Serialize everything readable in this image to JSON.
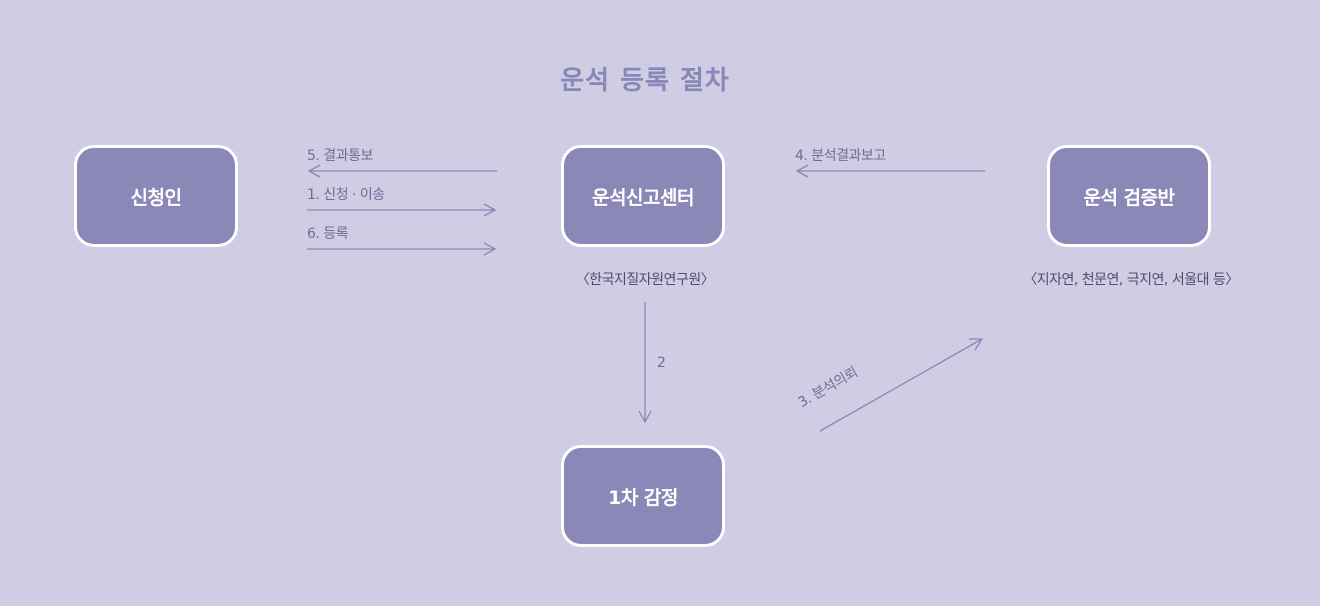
{
  "title": "운석 등록 절차",
  "nodes": {
    "applicant": "신청인",
    "center": "운석신고센터",
    "verification": "운석 검증반",
    "first_appraisal": "1차 감정"
  },
  "subtitles": {
    "center": "〈한국지질자원연구원〉",
    "verification": "〈지자연, 천문연, 극지연, 서울대 등〉"
  },
  "steps": {
    "step1": "1. 신청 · 이송",
    "step2": "2",
    "step3": "3. 분석의뢰",
    "step4": "4. 분석결과보고",
    "step5": "5. 결과통보",
    "step6": "6. 등록"
  },
  "colors": {
    "background": "#cfcde4",
    "node_fill": "#8b87b6",
    "node_border": "#ffffff",
    "arrow": "#8a86b5",
    "title": "#8a86b5"
  }
}
